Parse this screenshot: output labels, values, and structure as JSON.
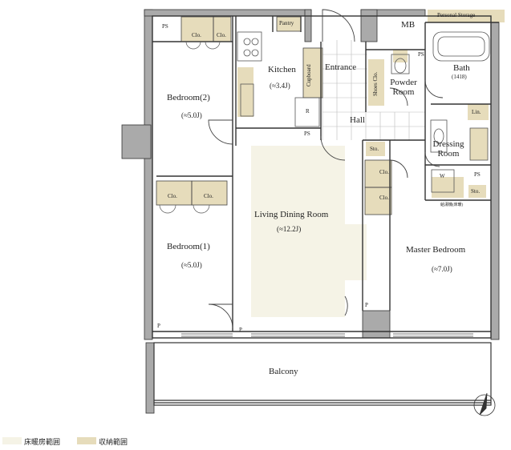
{
  "colors": {
    "floor_heating": "#f5f3e6",
    "storage": "#e6dcbb",
    "wall": "#aaaaaa",
    "line": "#333333",
    "tile": "#bbbbbb"
  },
  "rooms": {
    "bedroom2": {
      "name": "Bedroom(2)",
      "area": "(≈5.0J)"
    },
    "bedroom1": {
      "name": "Bedroom(1)",
      "area": "(≈5.0J)"
    },
    "kitchen": {
      "name": "Kitchen",
      "area": "(≈3.4J)"
    },
    "ldr": {
      "name": "Living Dining Room",
      "area": "(≈12.2J)"
    },
    "master": {
      "name": "Master Bedroom",
      "area": "(≈7.0J)"
    },
    "entrance": {
      "name": "Entrance"
    },
    "hall": {
      "name": "Hall"
    },
    "powder": {
      "name": "Powder Room"
    },
    "bath": {
      "name": "Bath",
      "area": "(1418)"
    },
    "dressing": {
      "name": "Dressing Room"
    },
    "balcony": {
      "name": "Balcony"
    }
  },
  "fixtures": {
    "ps_top_left": "PS",
    "ps_kitchen": "PS",
    "ps_bath": "PS",
    "ps_dressing": "PS",
    "clo_b2_a": "Clo.",
    "clo_b2_b": "Clo.",
    "clo_b1_a": "Clo.",
    "clo_b1_b": "Clo.",
    "clo_master_a": "Clo.",
    "clo_master_b": "Clo.",
    "pantry": "Pantry",
    "cupboard": "Cupboard",
    "fridge": "R",
    "mb": "MB",
    "personal_storage": "Personal Storage",
    "shoes_clo": "Shoes Clo.",
    "lin": "Lin.",
    "sto_hall": "Sto.",
    "sto_dressing": "Sto.",
    "washer": "W",
    "water_heater": "給湯機(床暖)",
    "p_b1": "P",
    "p_ldr": "P",
    "p_master": "P"
  },
  "legend": [
    {
      "label": "床暖房範囲",
      "color": "#f5f3e6"
    },
    {
      "label": "収納範囲",
      "color": "#e6dcbb"
    }
  ]
}
